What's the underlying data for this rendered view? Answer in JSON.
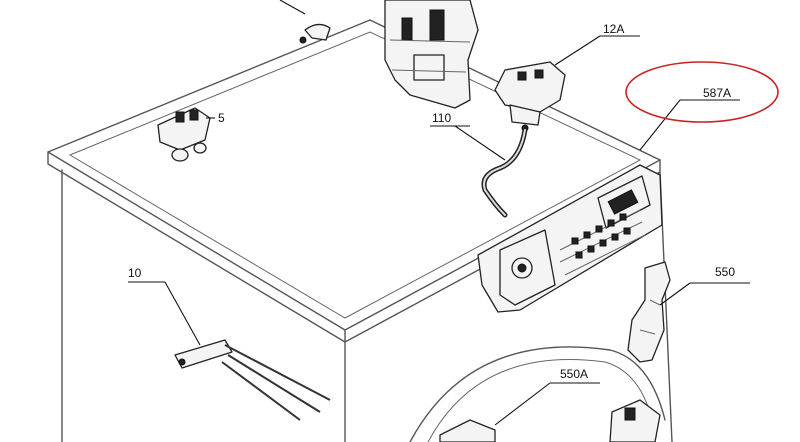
{
  "labels": {
    "part_12a": "12A",
    "part_587a": "587A",
    "part_5": "5",
    "part_110": "110",
    "part_10": "10",
    "part_550": "550",
    "part_550a": "550A"
  },
  "highlight": {
    "target": "587A",
    "color": "#cc2222"
  },
  "colors": {
    "outline": "#555555",
    "ink": "#111111"
  }
}
